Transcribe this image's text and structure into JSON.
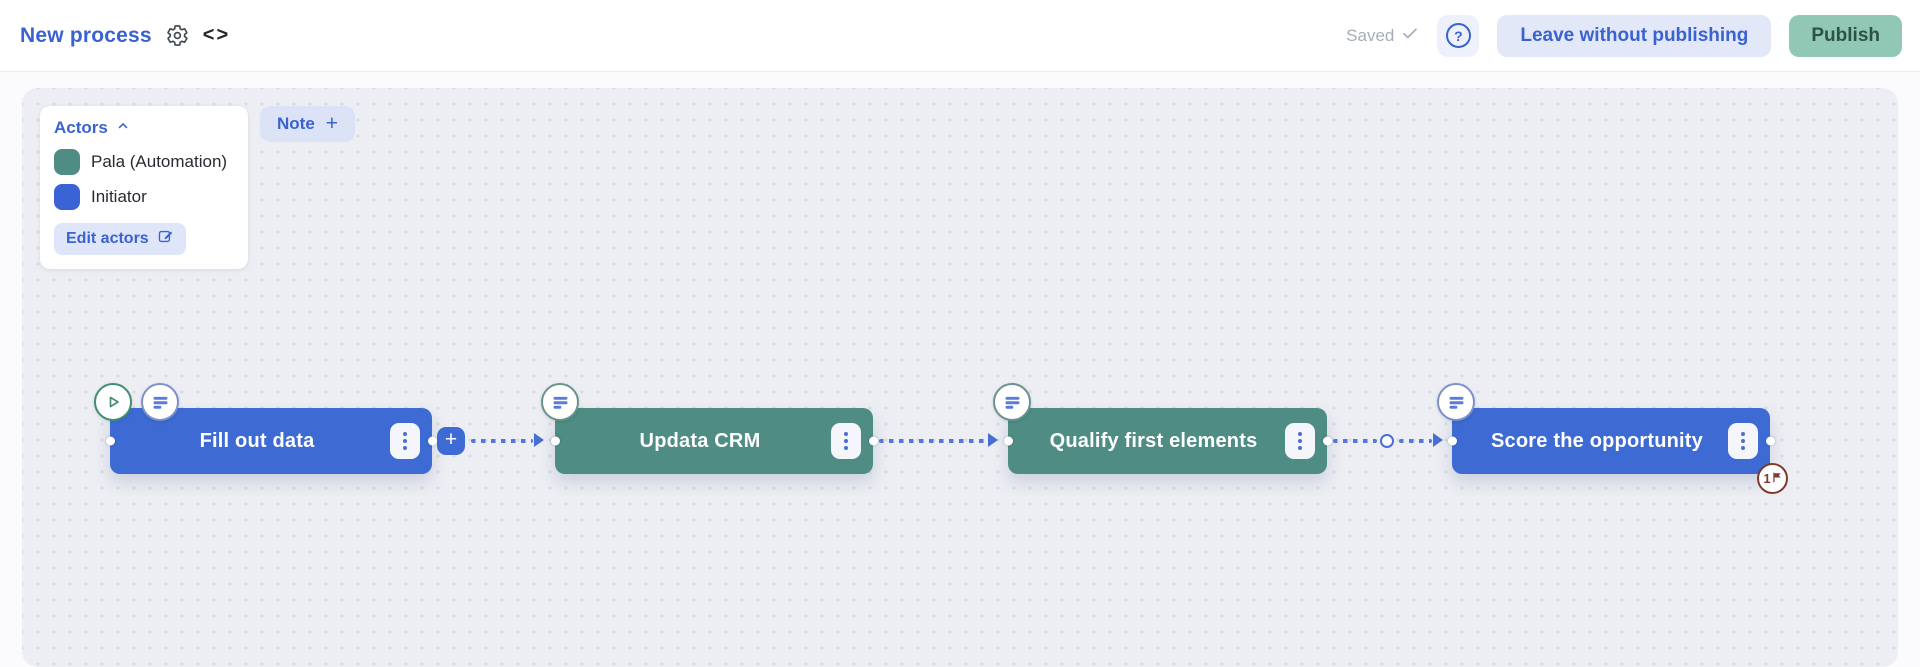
{
  "header": {
    "title": "New process",
    "saved_status": "Saved",
    "leave_button": "Leave without publishing",
    "publish_button": "Publish"
  },
  "icons": {
    "code": "<>",
    "help": "?",
    "plus": "+",
    "note_plus": "+"
  },
  "actors_panel": {
    "title": "Actors",
    "items": [
      {
        "name": "Pala (Automation)",
        "color": "#4E8C84"
      },
      {
        "name": "Initiator",
        "color": "#3A63D6"
      }
    ],
    "edit_button": "Edit actors"
  },
  "toolbar": {
    "note_button": "Note"
  },
  "nodes": [
    {
      "label": "Fill out data",
      "color": "#3D6AD3"
    },
    {
      "label": "Updata CRM",
      "color": "#4E8C84"
    },
    {
      "label": "Qualify first elements",
      "color": "#4E8C84"
    },
    {
      "label": "Score the opportunity",
      "color": "#3D6AD3",
      "badge_count": "1"
    }
  ],
  "colors": {
    "accent_blue": "#3A63D0",
    "node_blue": "#3D6AD3",
    "node_teal": "#4E8C84",
    "publish_bg": "#91C7B5",
    "publish_text": "#2C5246",
    "canvas_bg": "#ECEEF3",
    "connector": "#5377DB",
    "badge": "#7E3B2C"
  }
}
